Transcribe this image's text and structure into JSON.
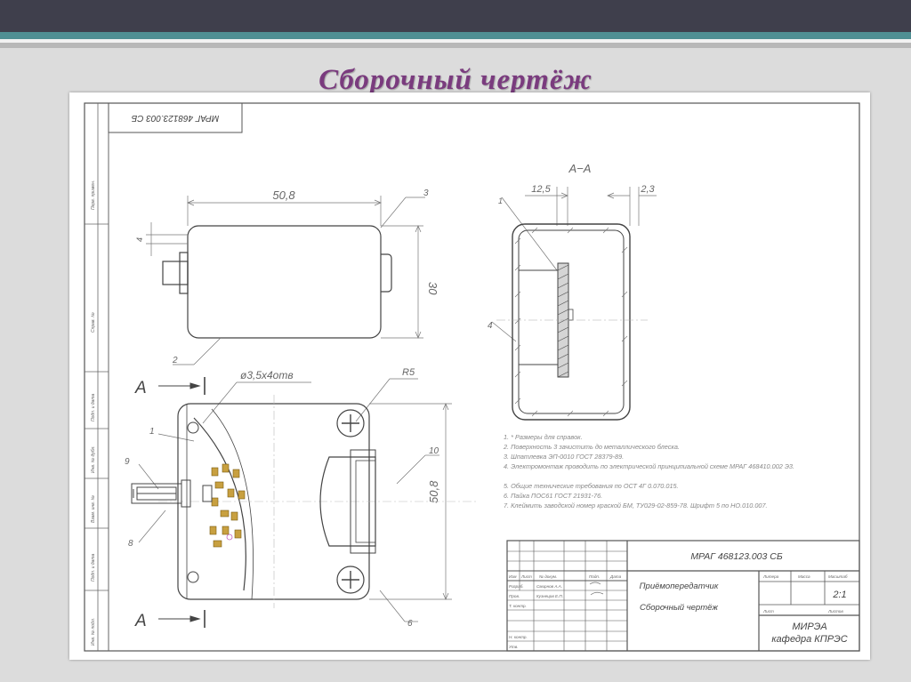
{
  "slide": {
    "title": "Сборочный чертёж"
  },
  "stamp_top": "МРАГ 468123.003 СБ",
  "views": {
    "front_width": "50,8",
    "front_height": "30",
    "front_small_dim": "4",
    "section_label": "А−А",
    "section_dim_1": "12,5",
    "section_dim_2": "2,3",
    "hole_note": "ø3,5x4отв",
    "radius_note": "R5",
    "plan_height": "50,8",
    "arrow_label_top": "А",
    "arrow_label_bottom": "А",
    "callouts": [
      "1",
      "2",
      "3",
      "4",
      "6",
      "8",
      "9",
      "10"
    ]
  },
  "notes": [
    "1. * Размеры для справок.",
    "2. Поверхность 3 зачистить до металлического блеска.",
    "3. Шпатлевка ЭП-0010 ГОСТ 28379-89.",
    "4. Электромонтаж проводить по электрической принципиальной схеме МРАГ 468410.002 Э3.",
    "5. Общие технические требования по ОСТ 4Г 0.070.015.",
    "6. Пайка ПОС61 ГОСТ 21931-76.",
    "7. Клеймить заводской номер краской БМ, ТУ029-02-859-78. Шрифт 5 по НО.010.007."
  ],
  "title_block": {
    "designation": "МРАГ 468123.003 СБ",
    "product_name": "Приёмопередатчик",
    "doc_type": "Сборочный чертёж",
    "scale": "2:1",
    "org_line1": "МИРЭА",
    "org_line2": "кафедра КПРЭС",
    "col_headers": [
      "Изм",
      "Лист",
      "№ докум.",
      "Подп.",
      "Дата"
    ],
    "row_labels": [
      "Разраб.",
      "Пров.",
      "Т. контр.",
      "Н. контр.",
      "Утв."
    ],
    "names": [
      "Смирнов А.А.",
      "Кузнецов Е.П."
    ],
    "lit_headers": [
      "Литера",
      "Масса",
      "Масштаб"
    ],
    "sheet_labels": [
      "Лист",
      "Листов"
    ]
  },
  "side_columns": [
    "Перв. примен.",
    "Справ. №",
    "Подп. и дата",
    "Инв. № дубл.",
    "Взам. инв. №",
    "Подп. и дата",
    "Инв. № подл."
  ]
}
